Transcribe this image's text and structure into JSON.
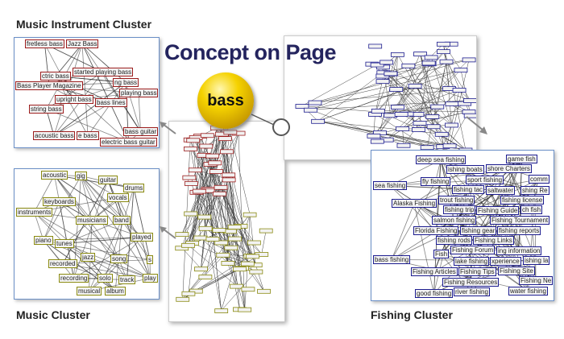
{
  "title": "Concept on Page",
  "concept": "bass",
  "headings": {
    "instrument": "Music Instrument Cluster",
    "music": "Music Cluster",
    "fishing": "Fishing Cluster"
  },
  "colors": {
    "instrument": "#9b1c1c",
    "music": "#8a8a10",
    "fishing": "#1c1c8f",
    "title": "#24245e"
  },
  "instrument_labels": [
    "fretless bass",
    "Jazz Bass",
    "started playing bass",
    "ng bass",
    "playing bass",
    "Bass Player Magazine",
    "ctric bass",
    "upright bass",
    "bass lines",
    "string bass",
    "acoustic bass",
    "e bass",
    "electric bass guitar",
    "bass guitar"
  ],
  "music_labels": [
    "acoustic",
    "gig",
    "guitar",
    "drums",
    "vocals",
    "keyboards",
    "instruments",
    "musicians",
    "band",
    "played",
    "piano",
    "tunes",
    "jazz",
    "song",
    "s",
    "recorded",
    "recording",
    "solo",
    "track",
    "play",
    "musical",
    "album"
  ],
  "fishing_labels": [
    "deep sea fishing",
    "ishing boats",
    "shore Charters",
    "game fish",
    "comm",
    "sport fishing",
    "sea fishing",
    "fly fishing",
    "fishing tac",
    "saltwater",
    "fishing license",
    "trout fishing",
    "shing Re",
    "Alaska Fishing",
    "Fishing Guide",
    "fishing trip",
    "Fishing Tournament",
    "salmon fishing",
    "Florida Fishing",
    "fishing gear",
    "fishing reports",
    "ch fish",
    "fishing rods",
    "Fishing Links",
    "ing information",
    "Fishing Forum",
    "xperience",
    "ishing la",
    "bass fishing",
    "Fish",
    "Fishing Site",
    "Fishing Ne",
    "Fishing Tips",
    "Fishing Articles",
    "Fishing Resources",
    "water fishing",
    "river fishing",
    "lake fishing",
    "good fishing"
  ]
}
